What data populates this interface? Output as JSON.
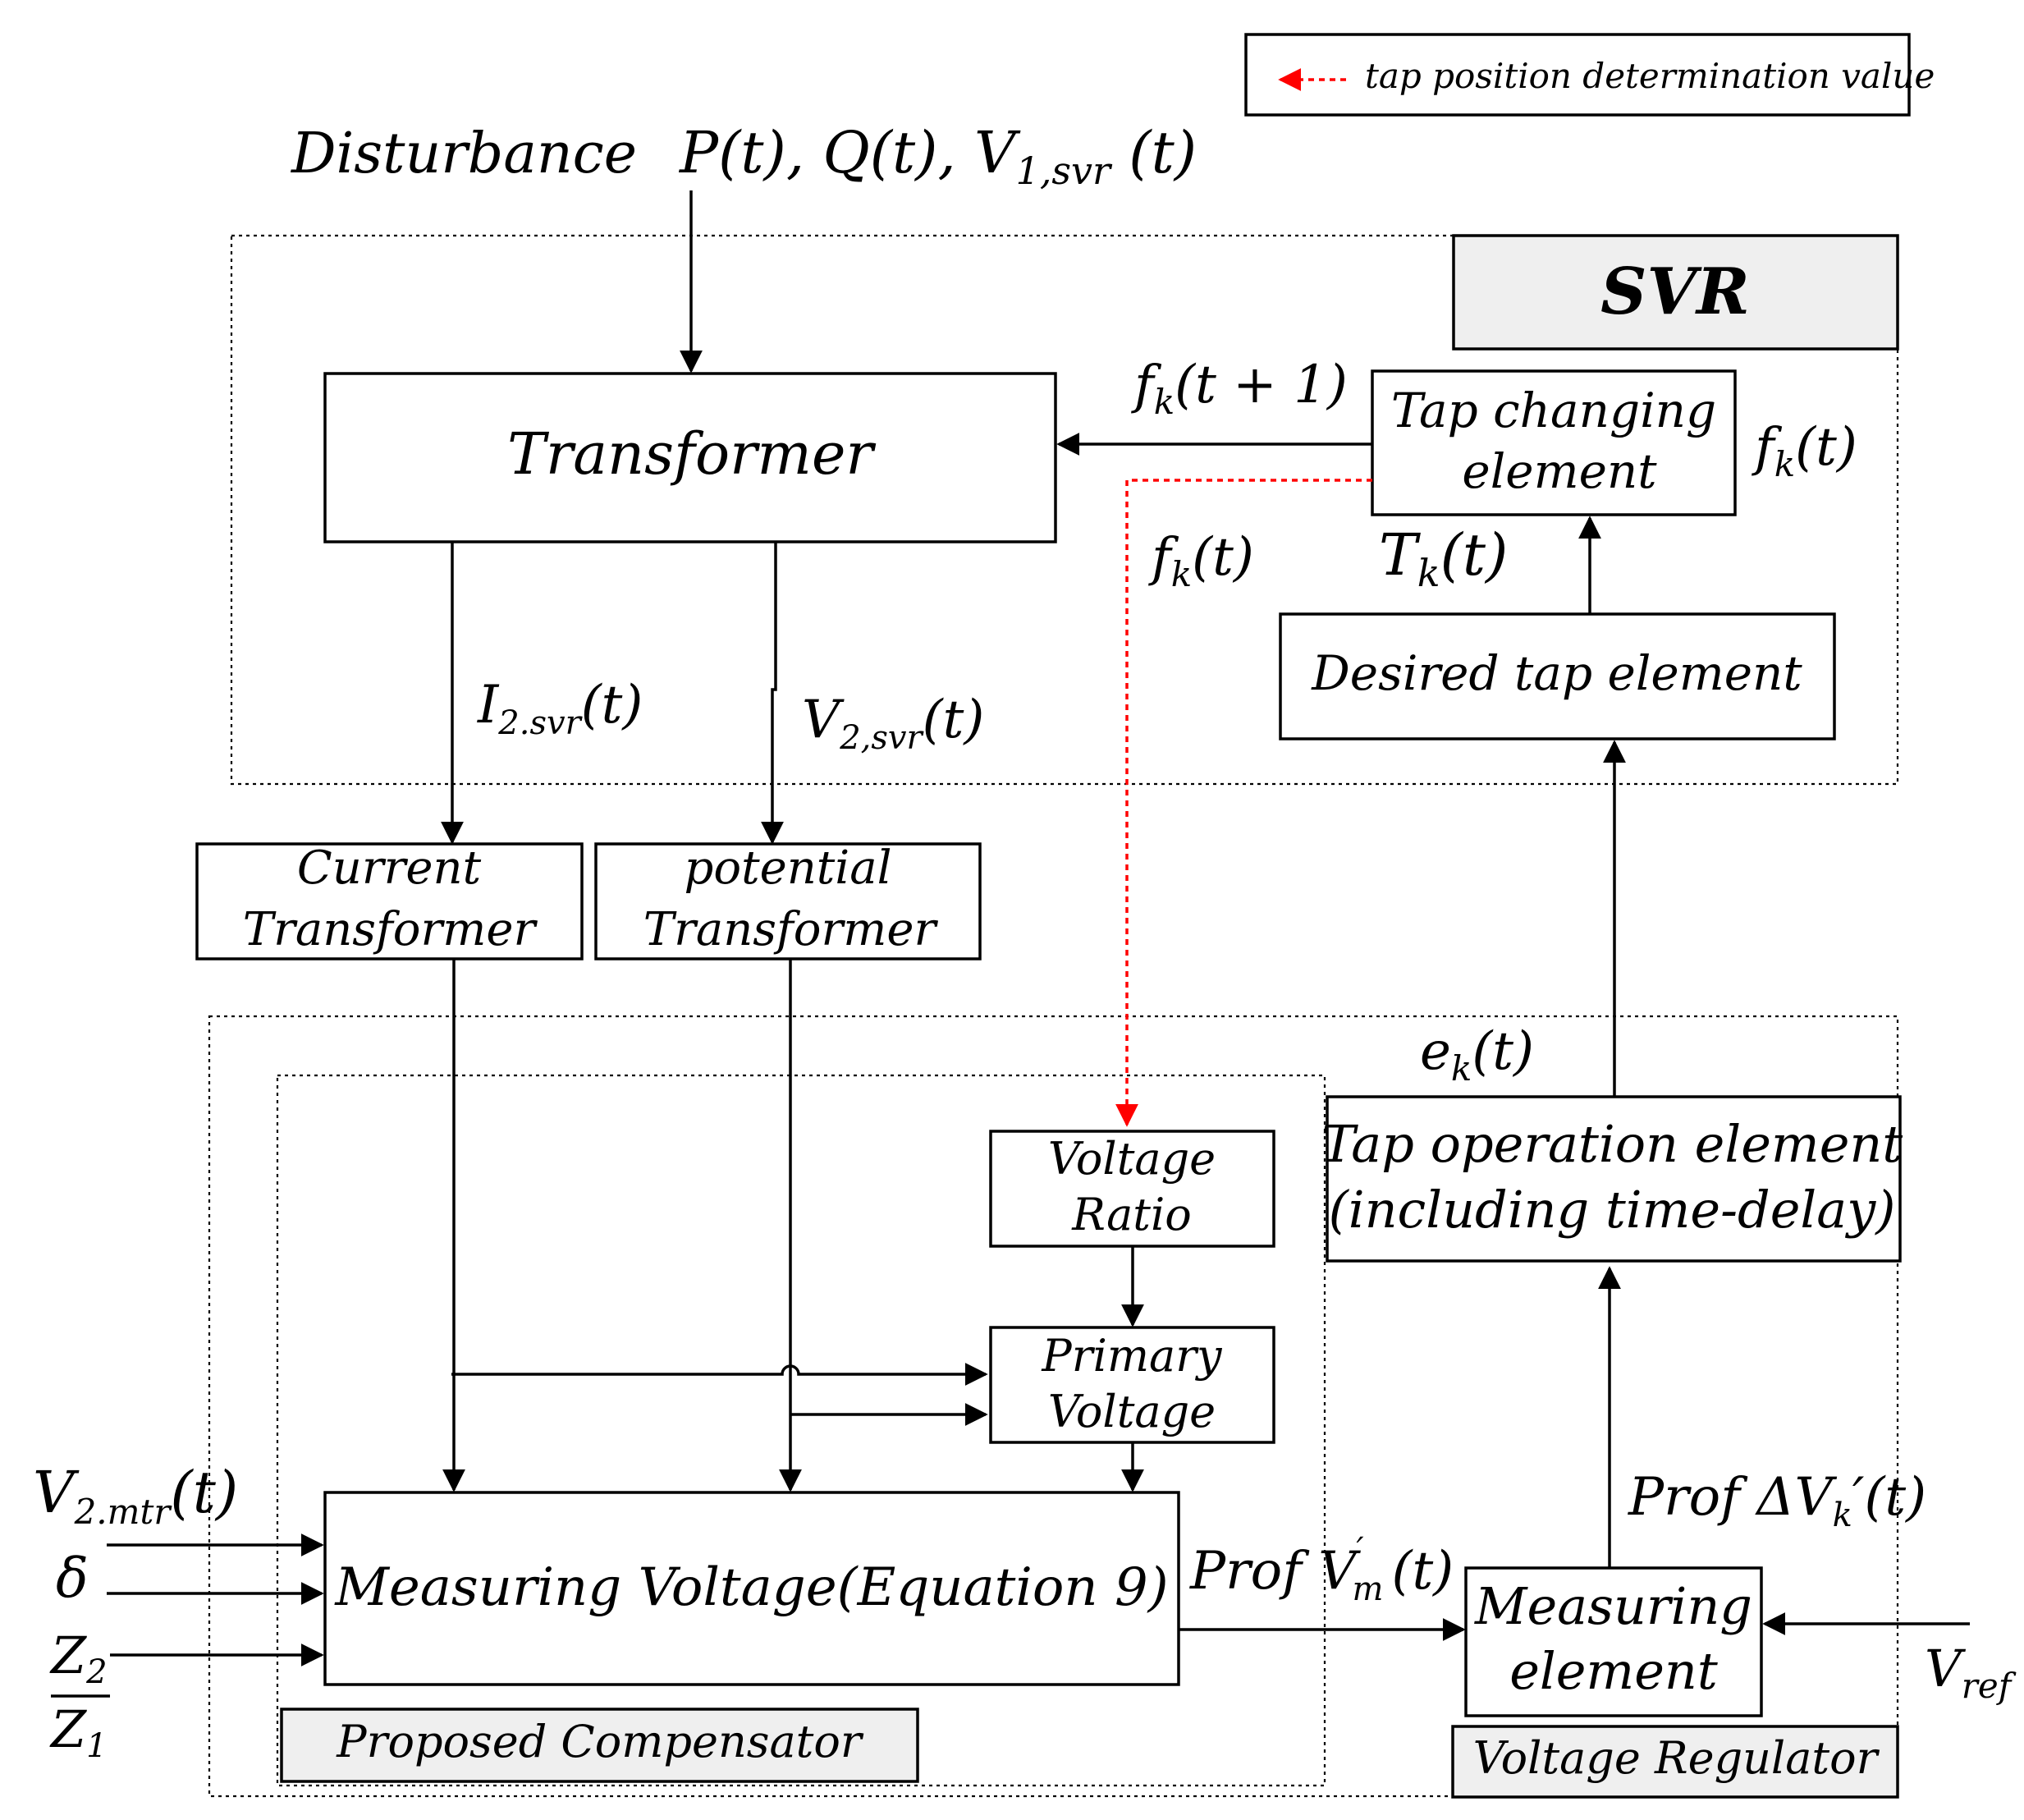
{
  "legend": {
    "text": "tap position determination value"
  },
  "disturbance": {
    "label": "Disturbance",
    "signals": "P(t), Q(t), V",
    "signals_sub": "1,svr",
    "signals_tail": " (t)"
  },
  "svr": {
    "title": "SVR"
  },
  "blocks": {
    "transformer": "Transformer",
    "tap_changing": [
      "Tap changing",
      "element"
    ],
    "desired_tap": "Desired tap element",
    "current_transformer": [
      "Current",
      "Transformer"
    ],
    "potential_transformer": [
      "potential",
      "Transformer"
    ],
    "voltage_ratio": [
      "Voltage",
      "Ratio"
    ],
    "primary_voltage": [
      "Primary",
      "Voltage"
    ],
    "measuring_voltage": "Measuring Voltage(Equation 9)",
    "tap_operation": [
      "Tap operation element",
      "(including time-delay)"
    ],
    "measuring_element": [
      "Measuring",
      "element"
    ]
  },
  "signals": {
    "fk_next": {
      "base": "f",
      "sub": "k",
      "tail": "(t + 1)"
    },
    "fk_right": {
      "base": "f",
      "sub": "k",
      "tail": "(t)"
    },
    "fk_mid": {
      "base": "f",
      "sub": "k",
      "tail": "(t)"
    },
    "tk": {
      "base": "T",
      "sub": "k",
      "tail": "(t)"
    },
    "i2": {
      "base": "I",
      "sub": "2.svr",
      "tail": "(t)"
    },
    "v2": {
      "base": "V",
      "sub": "2,svr",
      "tail": "(t)"
    },
    "ek": {
      "base": "e",
      "sub": "k",
      "tail": "(t)"
    },
    "prof_dv": {
      "base": "Prof ΔV",
      "sub": "k",
      "tail": "′(t)"
    },
    "prof_vm": {
      "base": "Prof V",
      "sub": "m",
      "sup": "′",
      "tail": "(t)"
    },
    "vref": {
      "base": "V",
      "sub": "ref"
    },
    "v2mtr": {
      "base": "V",
      "sub": "2.mtr",
      "tail": "(t)"
    },
    "delta": "δ",
    "z2": {
      "base": "Z",
      "sub": "2"
    },
    "z1": {
      "base": "Z",
      "sub": "1"
    }
  },
  "groups": {
    "proposed_compensator": "Proposed Compensator",
    "voltage_regulator": "Voltage Regulator"
  },
  "colors": {
    "tap_feedback": "#ff0000",
    "group_label_bg": "#efefef"
  }
}
